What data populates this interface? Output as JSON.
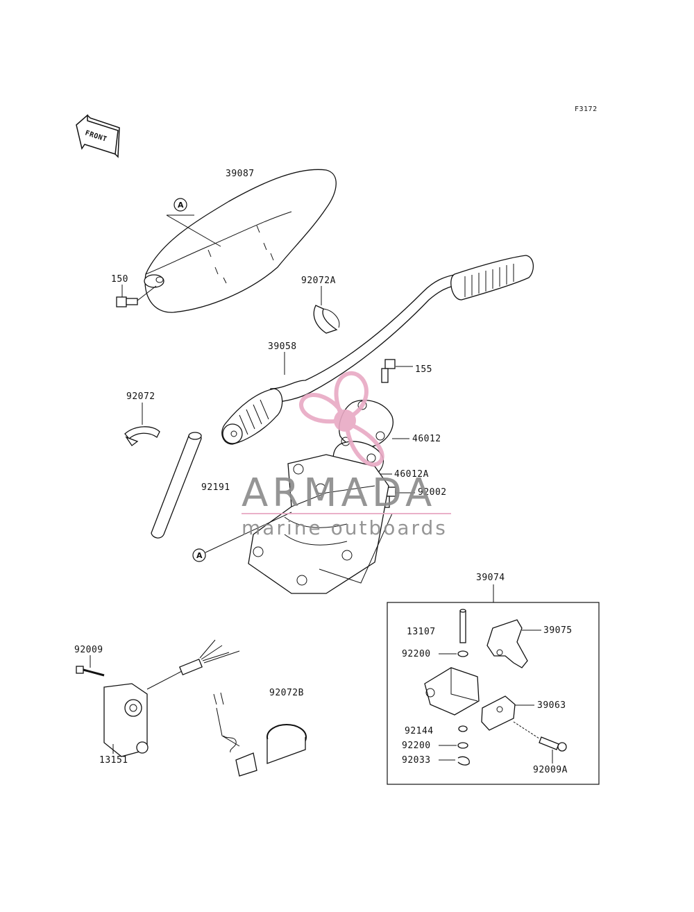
{
  "figure_code": "F3172",
  "front_label": "FRONT",
  "callout_letters": [
    "A",
    "A"
  ],
  "parts": {
    "p39087": "39087",
    "p150": "150",
    "p92072A": "92072A",
    "p39058": "39058",
    "p155": "155",
    "p92072": "92072",
    "p46012": "46012",
    "p46012A": "46012A",
    "p92191": "92191",
    "p92002": "92002",
    "p39074": "39074",
    "p13107": "13107",
    "p39075": "39075",
    "p92200a": "92200",
    "p39063": "39063",
    "p92144": "92144",
    "p92200b": "92200",
    "p92033": "92033",
    "p92009A": "92009A",
    "p92009": "92009",
    "p92072B": "92072B",
    "p13151": "13151"
  },
  "watermark": {
    "title": "ARMADA",
    "subtitle": "marine outboards",
    "logo_color": "#e8a9c4",
    "text_color": "#8a8a8a"
  }
}
